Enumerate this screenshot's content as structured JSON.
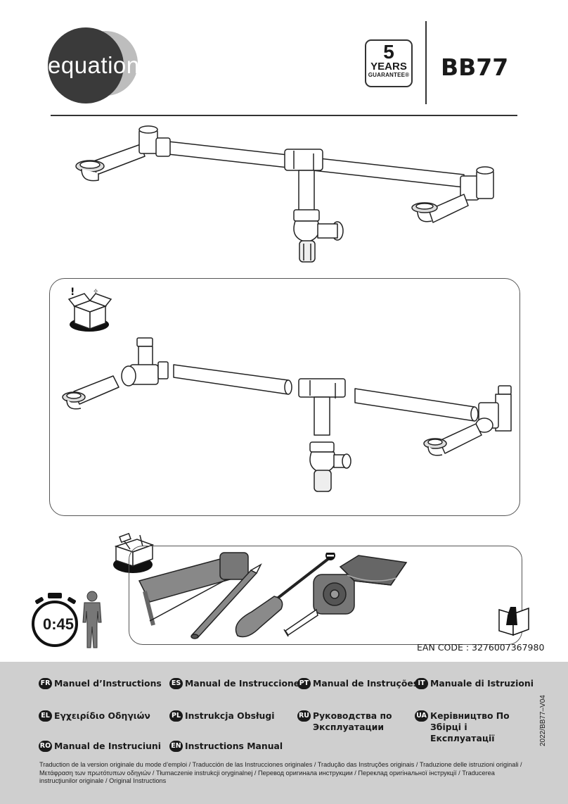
{
  "brand": {
    "logo_text": "equation"
  },
  "guarantee": {
    "number": "5",
    "years": "YEARS",
    "guarantee": "GUARANTEE®"
  },
  "model": "BB77",
  "assembly_time": "0:45",
  "ean_code": "EAN CODE : 3276007367980",
  "languages": [
    {
      "code": "FR",
      "label": "Manuel d’Instructions"
    },
    {
      "code": "ES",
      "label": "Manual de Instrucciones"
    },
    {
      "code": "PT",
      "label": "Manual de Instruções"
    },
    {
      "code": "IT",
      "label": "Manuale di Istruzioni"
    },
    {
      "code": "EL",
      "label": "Εγχειρίδιο Οδηγιών"
    },
    {
      "code": "PL",
      "label": "Instrukcja Obsługi"
    },
    {
      "code": "RU",
      "label": "Руководства по Эксплуатации"
    },
    {
      "code": "UA",
      "label": "Керівництво По Збірці і Експлуатації"
    },
    {
      "code": "RO",
      "label": "Manual de Instruciuni"
    },
    {
      "code": "EN",
      "label": "Instructions Manual"
    }
  ],
  "translation_note": "Traduction de la version originale du mode d’emploi / Traducción de las Instrucciones originales / Tradução das Instruções originais / Traduzione delle istruzioni originali / Μετάφραση των πρωτότυπων οδηγιών / Tłumaczenie instrukcji oryginalnej / Перевод оригинала инструкции / Переклад оригінальної інструкції / Traducerea instrucţiunilor originale / Original Instructions",
  "document_code": "2022/BB77–V04",
  "colors": {
    "footer_bg": "#cfcfcf",
    "logo_dark": "#3a3a3a",
    "logo_light": "#bdbdbd",
    "text": "#1a1a1a"
  },
  "icons": [
    "box-open-icon",
    "toolbox-icon",
    "stopwatch-icon",
    "person-icon",
    "hacksaw-icon",
    "pencil-icon",
    "screwdriver-icon",
    "tape-measure-icon",
    "cloth-icon",
    "manual-hand-icon"
  ]
}
